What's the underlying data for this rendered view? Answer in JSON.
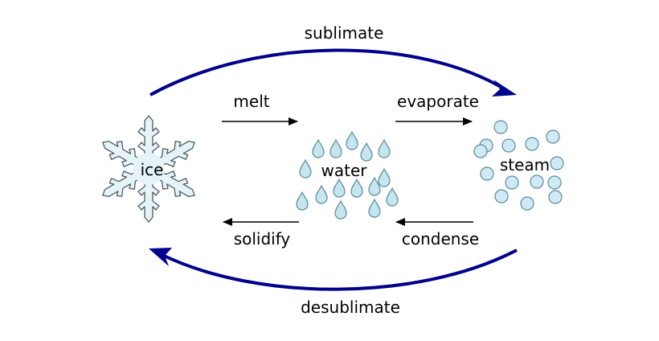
{
  "diagram": {
    "states": {
      "ice": "ice",
      "water": "water",
      "steam": "steam"
    },
    "transitions": {
      "sublimate": "sublimate",
      "melt": "melt",
      "evaporate": "evaporate",
      "solidify": "solidify",
      "condense": "condense",
      "desublimate": "desublimate"
    },
    "colors": {
      "big_arrow": "#00008b",
      "small_arrow": "#000000",
      "ice_fill": "#e4f4f8",
      "ice_stroke": "#4f5b5e",
      "water_drop_fill": "#c5e6ef",
      "steam_bubble_fill": "#cfeaf4",
      "particle_stroke": "#5a8a99"
    },
    "icons": {
      "ice": "snowflake-icon",
      "water": "water-droplets-icon",
      "steam": "steam-bubbles-icon"
    }
  }
}
